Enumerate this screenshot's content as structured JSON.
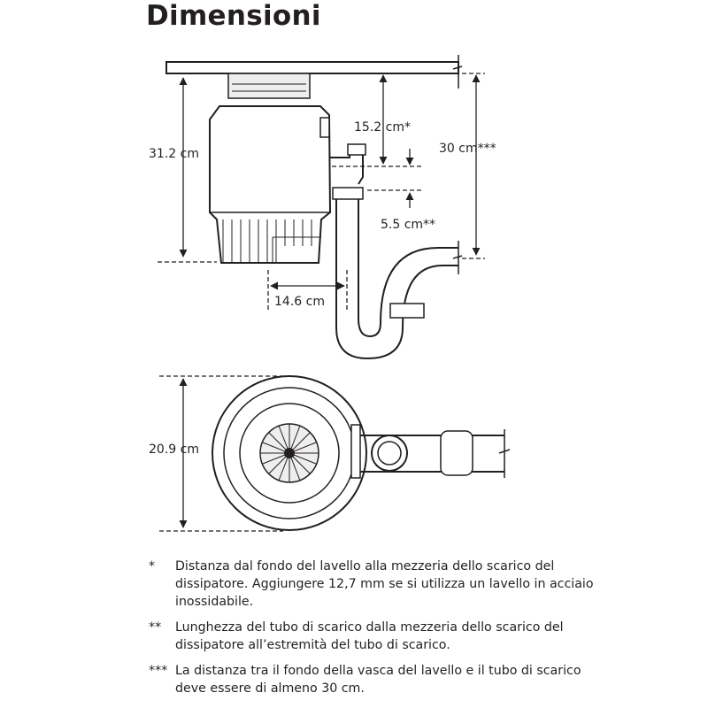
{
  "title": "Dimensioni",
  "dimensions": {
    "height": "31.2 cm",
    "drain_center": "15.2 cm*",
    "sink_to_drain": "30 cm***",
    "tube_length": "5.5 cm**",
    "outlet_offset": "14.6 cm",
    "diameter": "20.9 cm"
  },
  "notes": [
    {
      "mark": "*",
      "text": "Distanza dal fondo del lavello alla mezzeria dello scarico del dissipatore. Aggiungere 12,7 mm se si utilizza un lavello in acciaio inossidabile."
    },
    {
      "mark": "**",
      "text": "Lunghezza del tubo di scarico dalla mezzeria dello scarico del dissipatore all’estremità del tubo di scarico."
    },
    {
      "mark": "***",
      "text": "La distanza tra il fondo della vasca del lavello e il tubo di scarico deve essere di almeno 30 cm."
    }
  ]
}
